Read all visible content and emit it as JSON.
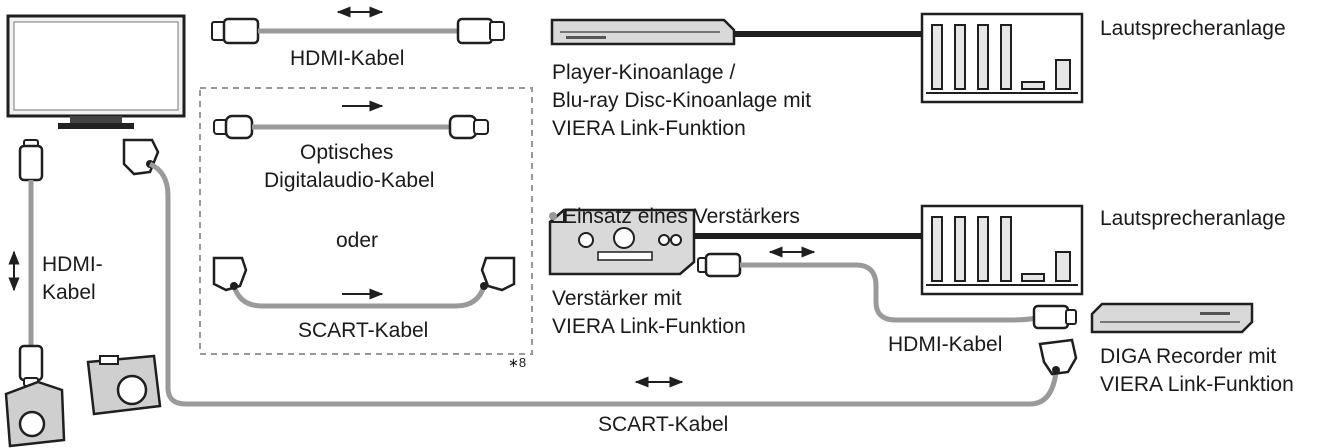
{
  "labels": {
    "hdmi_top": "HDMI-Kabel",
    "player_line1": "Player-Kinoanlage /",
    "player_line2": "Blu-ray Disc-Kinoanlage mit",
    "player_line3": "VIERA Link-Funktion",
    "speaker_top": "Lautsprecheranlage",
    "optical_line1": "Optisches",
    "optical_line2": "Digitalaudio-Kabel",
    "or": "oder",
    "scart_inner": "SCART-Kabel",
    "footnote": "∗8",
    "amp_usage": "Einsatz eines Verstärkers",
    "speaker_bottom": "Lautsprecheranlage",
    "hdmi_left_line1": "HDMI-",
    "hdmi_left_line2": "Kabel",
    "amp_line1": "Verstärker mit",
    "amp_line2": "VIERA Link-Funktion",
    "hdmi_right": "HDMI-Kabel",
    "diga_line1": "DIGA Recorder mit",
    "diga_line2": "VIERA Link-Funktion",
    "scart_bottom": "SCART-Kabel"
  },
  "colors": {
    "line": "#1f1f1f",
    "cable_gray": "#9a9a9a",
    "device_fill": "#d9d9d9",
    "dashed_box": "#999999"
  }
}
